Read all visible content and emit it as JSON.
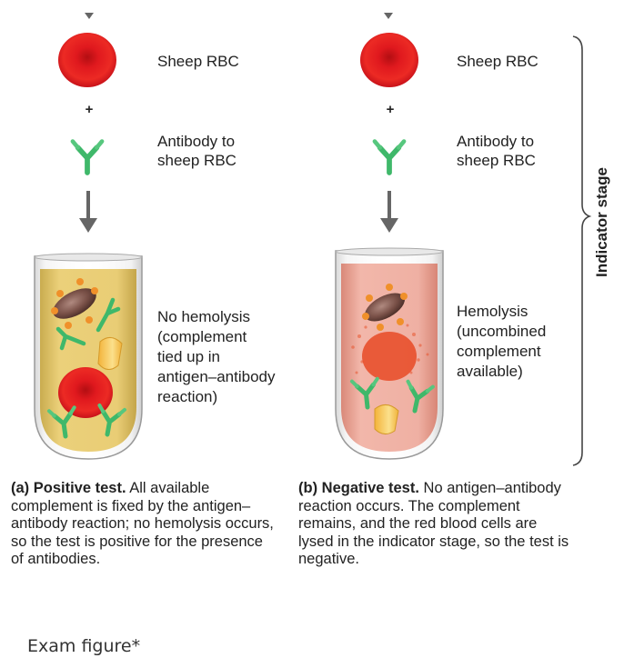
{
  "left": {
    "cell_label": "Sheep RBC",
    "plus": "+",
    "antibody_label": "Antibody to\nsheep RBC",
    "result_label": "No hemolysis\n(complement\ntied up in\nantigen–antibody\nreaction)",
    "caption_title": "(a) Positive test.",
    "caption_text": " All available complement is fixed by the antigen–antibody reaction; no hemolysis occurs, so the test is positive for the presence of antibodies."
  },
  "right": {
    "cell_label": "Sheep RBC",
    "plus": "+",
    "antibody_label": "Antibody to\nsheep RBC",
    "result_label": "Hemolysis\n(uncombined\ncomplement\navailable)",
    "caption_title": "(b) Negative test.",
    "caption_text": " No antigen–antibody reaction occurs. The complement remains, and the red blood cells are lysed in the indicator stage, so the test is negative."
  },
  "stage_label": "Indicator stage",
  "footer": "Exam figure*",
  "colors": {
    "rbc": "#d8161b",
    "antibody": "#3fb86a",
    "tube_positive_fluid": "#ecd27a",
    "tube_negative_fluid": "#f1b3a6",
    "antigen_body": "#7a5148",
    "antigen_knob": "#f0902a",
    "complement": "#f7c85a"
  }
}
